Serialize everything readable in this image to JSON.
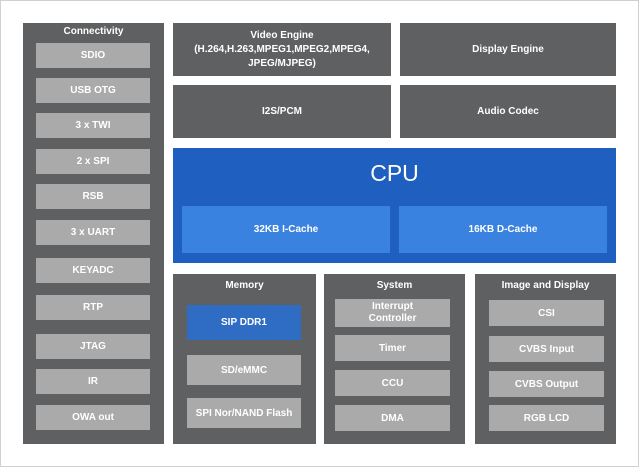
{
  "connectivity": {
    "title": "Connectivity",
    "items": [
      "SDIO",
      "USB OTG",
      "3 x TWI",
      "2 x SPI",
      "RSB",
      "3 x UART",
      "KEYADC",
      "RTP",
      "JTAG",
      "IR",
      "OWA out"
    ]
  },
  "top_blocks": {
    "video_engine": {
      "title": "Video Engine",
      "formats_line1": "(H.264,H.263,MPEG1,MPEG2,MPEG4,",
      "formats_line2": "JPEG/MJPEG)"
    },
    "display_engine": "Display Engine",
    "i2s_pcm": "I2S/PCM",
    "audio_codec": "Audio Codec"
  },
  "cpu": {
    "title": "CPU",
    "icache": "32KB I-Cache",
    "dcache": "16KB D-Cache"
  },
  "memory": {
    "title": "Memory",
    "items": [
      "SIP DDR1",
      "SD/eMMC",
      "SPI Nor/NAND Flash"
    ]
  },
  "system": {
    "title": "System",
    "interrupt_line1": "Interrupt",
    "interrupt_line2": "Controller",
    "items": [
      "Timer",
      "CCU",
      "DMA"
    ]
  },
  "image_display": {
    "title": "Image and Display",
    "items": [
      "CSI",
      "CVBS Input",
      "CVBS Output",
      "RGB LCD"
    ]
  },
  "colors": {
    "panel": "#5f6062",
    "box": "#aaaaaa",
    "cpu": "#1f5fbf",
    "cache": "#3a82df",
    "highlight": "#2f6cc4"
  }
}
